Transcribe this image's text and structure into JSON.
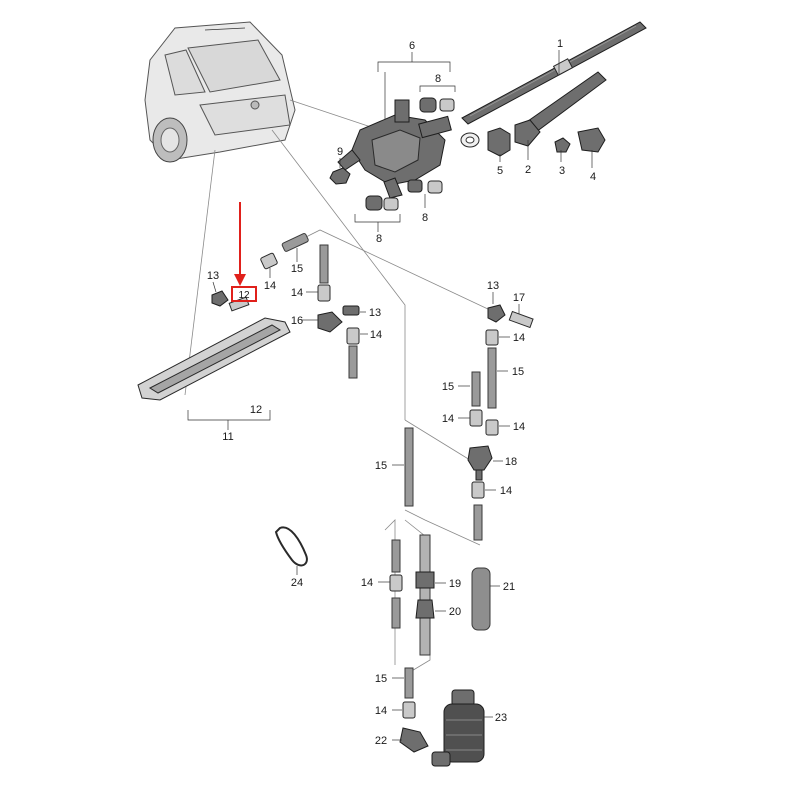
{
  "diagram": {
    "highlight_color": "#e0201b",
    "callouts": {
      "c1": "1",
      "c2": "2",
      "c3": "3",
      "c4": "4",
      "c5": "5",
      "c6": "6",
      "c8a": "8",
      "c8b": "8",
      "c8c": "8",
      "c9": "9",
      "c11": "11",
      "c12": "12",
      "c12box": "12",
      "c13a": "13",
      "c13b": "13",
      "c13c": "13",
      "c14a": "14",
      "c14b": "14",
      "c14c": "14",
      "c14d": "14",
      "c14e": "14",
      "c14f": "14",
      "c14g": "14",
      "c14h": "14",
      "c14i": "14",
      "c15a": "15",
      "c15b": "15",
      "c15c": "15",
      "c15d": "15",
      "c15e": "15",
      "c16": "16",
      "c17": "17",
      "c18": "18",
      "c19": "19",
      "c20": "20",
      "c21": "21",
      "c22": "22",
      "c23": "23",
      "c24": "24"
    }
  }
}
